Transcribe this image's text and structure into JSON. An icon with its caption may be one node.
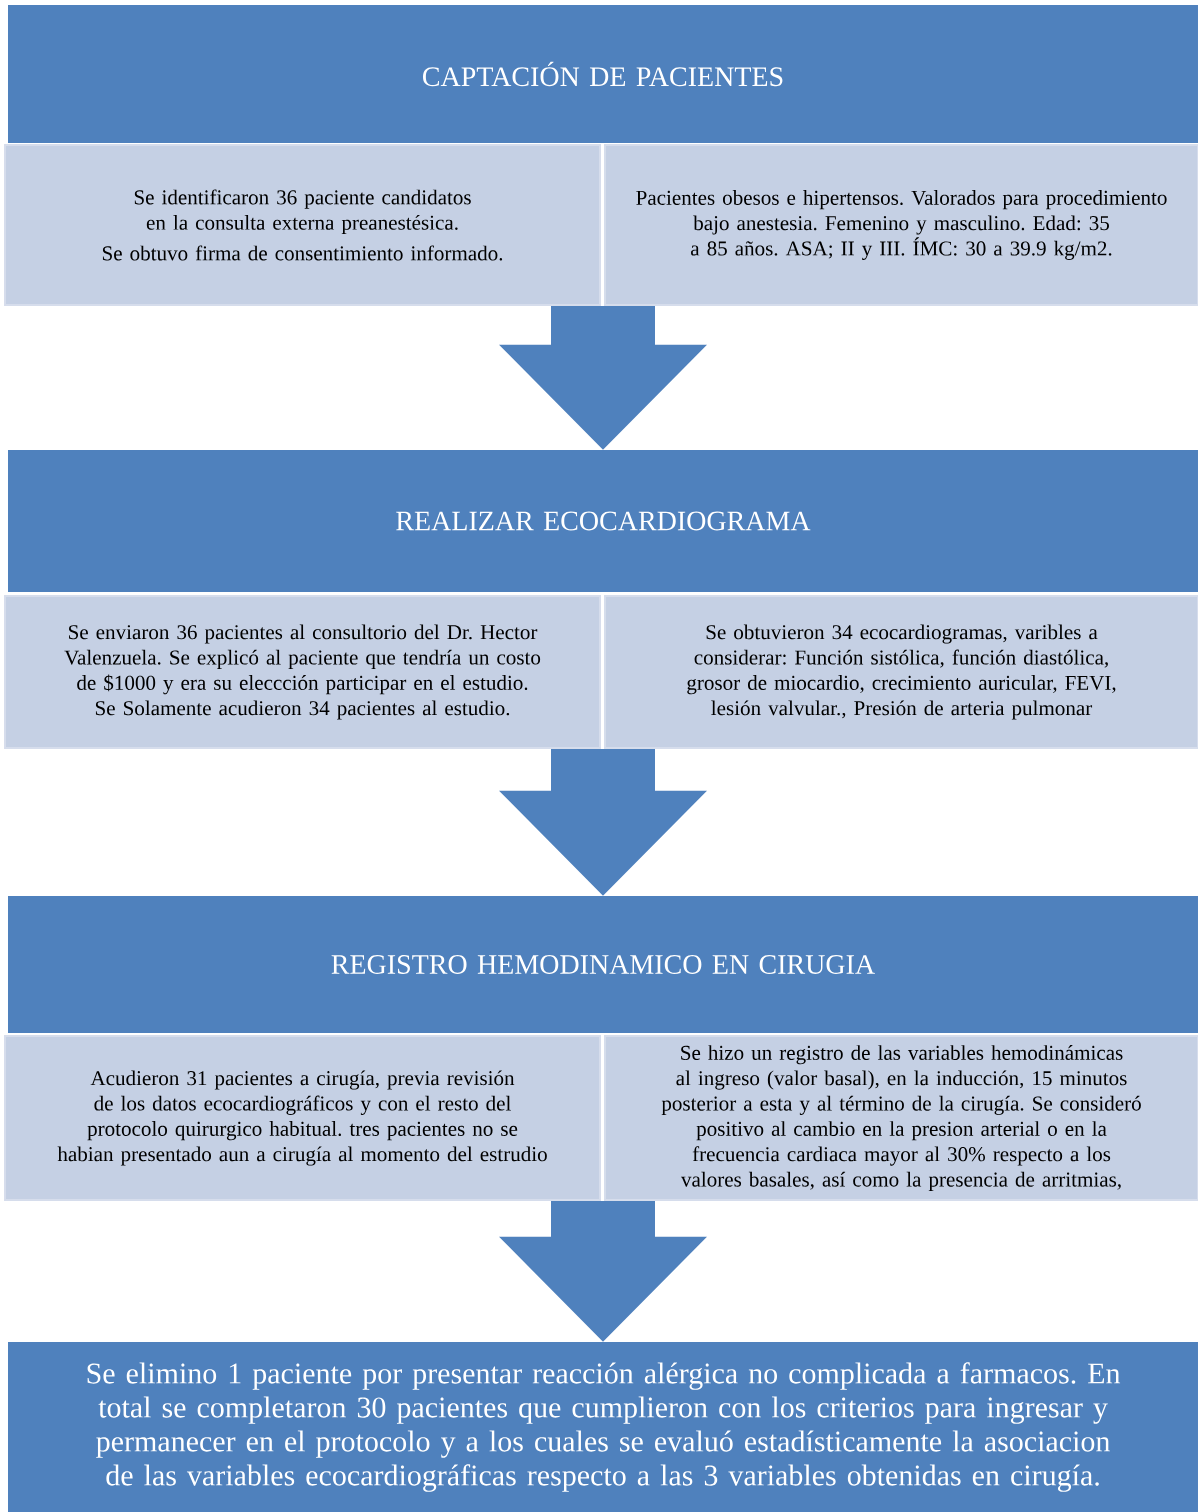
{
  "diagram": {
    "nodes": [
      {
        "text": [
          "CAPTACIÓN DE PACIENTES"
        ]
      },
      {
        "text": [
          "Se identificaron 36  paciente candidatos  en la consulta externa preanestésica.",
          "Se obtuvo firma de consentimiento informado."
        ]
      },
      {
        "text": [
          "Pacientes obesos e hipertensos. Valorados para procedimiento bajo anestesia. Femenino y masculino. Edad: 35 a 85 años. ASA; II y III. ÍMC: 30 a 39.9 kg/m2."
        ]
      },
      {
        "text": [
          "REALIZAR ECOCARDIOGRAMA"
        ]
      },
      {
        "text": [
          "Se enviaron 36 pacientes al consultorio del Dr. Hector Valenzuela. Se explicó al paciente que tendría un costo de $1000 y era su eleccción participar en el estudio. Se Solamente acudieron 34 pacientes al estudio."
        ]
      },
      {
        "text": [
          "Se obtuvieron 34 ecocardiogramas, varibles a considerar: Función sistólica, función diastólica, grosor de miocardio, crecimiento auricular, FEVI, lesión valvular., Presión de arteria pulmonar"
        ]
      },
      {
        "text": [
          "REGISTRO HEMODINAMICO EN CIRUGIA"
        ]
      },
      {
        "text": [
          "Acudieron 31 pacientes a cirugía, previa revisión de los datos ecocardiográficos y con el resto del protocolo quirurgico habitual. tres pacientes no se habian presentado aun a cirugía al momento del estrudio"
        ]
      },
      {
        "text": [
          "Se hizo un registro de las variables hemodinámicas al ingreso (valor basal), en la inducción, 15 minutos posterior a esta y al término de la cirugía. Se consideró positivo al cambio en la presion arterial o en la frecuencia cardiaca mayor al 30% respecto a los valores basales, así como la presencia de arritmias,"
        ]
      },
      {
        "text": [
          "Se elimino 1 paciente por presentar reacción alérgica no complicada a farmacos. En total se completaron 30 pacientes que cumplieron con los criterios  para ingresar y permanecer en el protocolo y a los cuales se evaluó estadísticamente la asociacion de las variables ecocardiográficas respecto a las 3 variables obtenidas en cirugía."
        ]
      }
    ],
    "edges": [
      {
        "from": 2,
        "to": 3,
        "arrow": "to"
      },
      {
        "from": 5,
        "to": 6,
        "arrow": "to"
      },
      {
        "from": 8,
        "to": 9,
        "arrow": "to"
      }
    ]
  }
}
